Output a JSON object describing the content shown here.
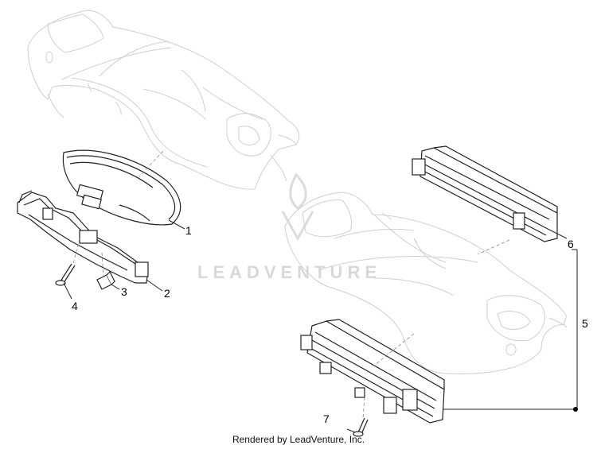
{
  "diagram": {
    "watermark": "LEADVENTURE",
    "footer": "Rendered by LeadVenture, Inc.",
    "callouts": {
      "c1": "1",
      "c2": "2",
      "c3": "3",
      "c4": "4",
      "c5": "5",
      "c6": "6",
      "c7": "7"
    }
  }
}
